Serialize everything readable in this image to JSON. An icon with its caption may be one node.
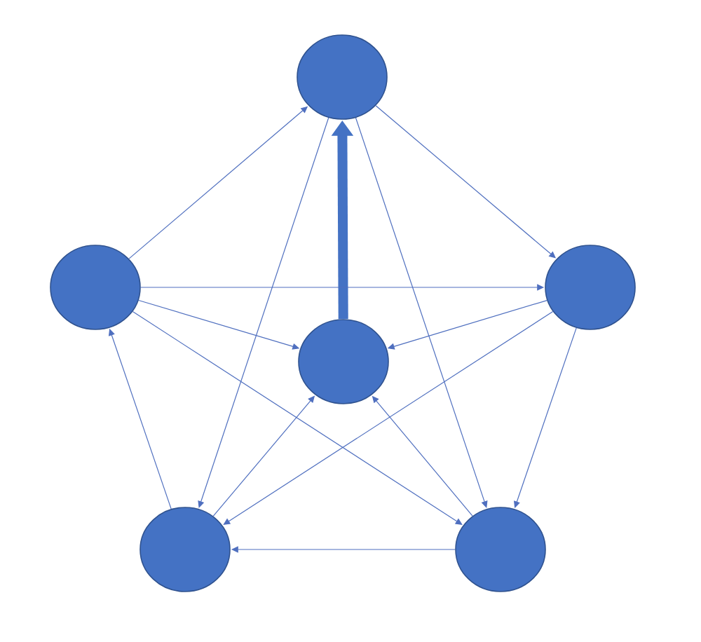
{
  "diagram": {
    "nodes": [
      {
        "text": [],
        "shape": "circle"
      },
      {
        "text": [],
        "shape": "circle"
      },
      {
        "text": [],
        "shape": "circle"
      },
      {
        "text": [],
        "shape": "circle"
      },
      {
        "text": [],
        "shape": "circle"
      },
      {
        "text": [],
        "shape": "circle"
      }
    ],
    "edges": [
      {
        "from": 1,
        "to": 0,
        "arrow": "to"
      },
      {
        "from": 0,
        "to": 2,
        "arrow": "to"
      },
      {
        "from": 3,
        "to": 0,
        "arrow": "to",
        "style": "thick"
      },
      {
        "from": 1,
        "to": 2,
        "arrow": "to"
      },
      {
        "from": 1,
        "to": 3,
        "arrow": "to"
      },
      {
        "from": 2,
        "to": 3,
        "arrow": "to"
      },
      {
        "from": 2,
        "to": 5,
        "arrow": "to"
      },
      {
        "from": 5,
        "to": 4,
        "arrow": "to"
      },
      {
        "from": 4,
        "to": 1,
        "arrow": "to"
      },
      {
        "from": 4,
        "to": 3,
        "arrow": "to"
      },
      {
        "from": 5,
        "to": 3,
        "arrow": "to"
      },
      {
        "from": 0,
        "to": 4,
        "arrow": "to"
      },
      {
        "from": 0,
        "to": 5,
        "arrow": "to"
      },
      {
        "from": 2,
        "to": 4,
        "arrow": "to"
      },
      {
        "from": 1,
        "to": 5,
        "arrow": "to"
      }
    ]
  }
}
